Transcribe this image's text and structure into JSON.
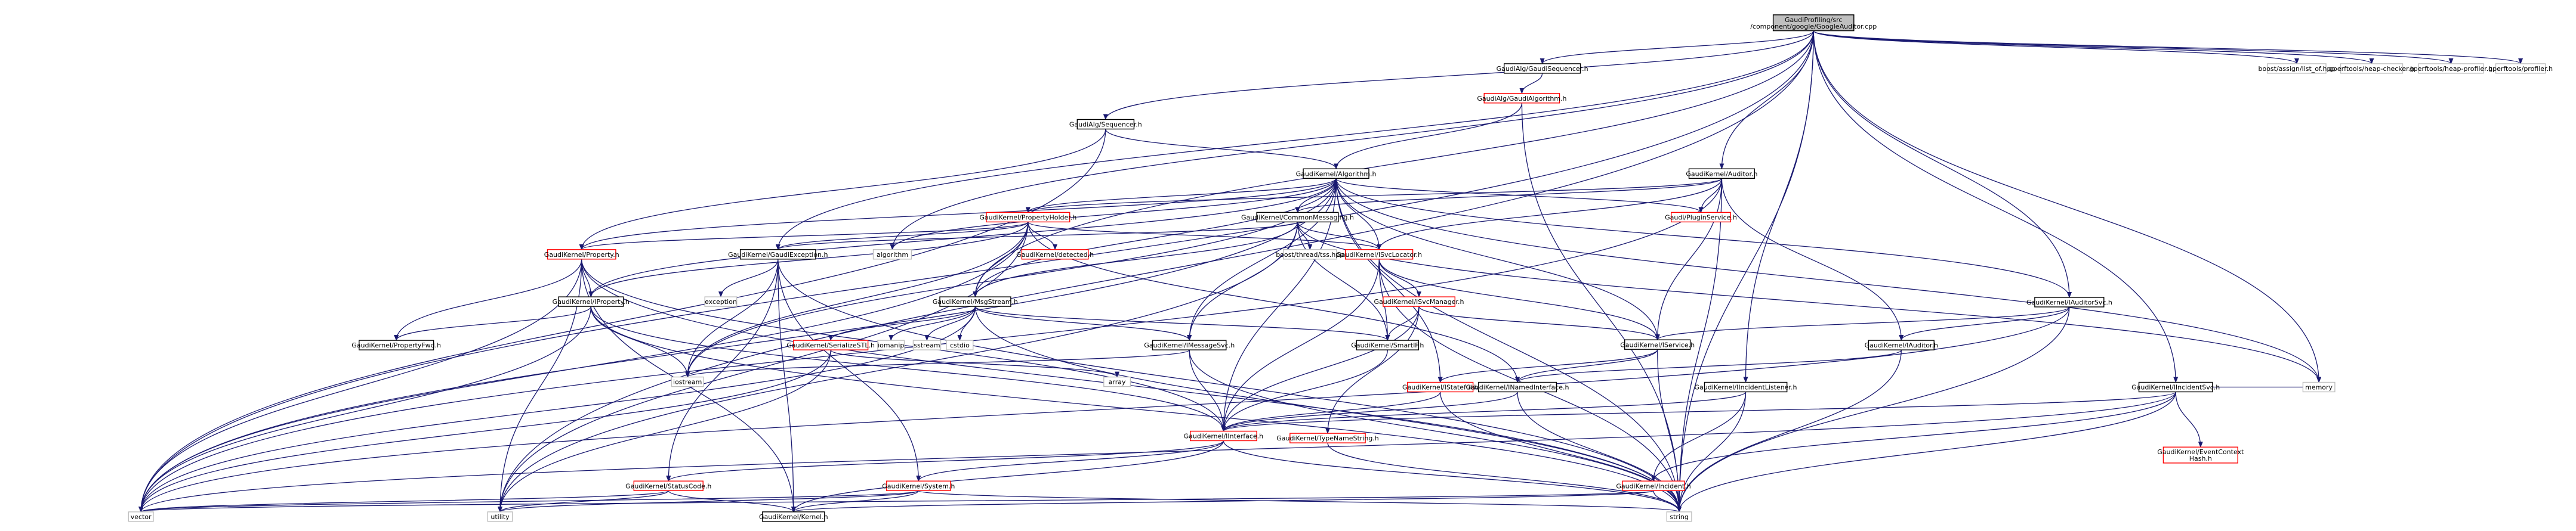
{
  "colors": {
    "edge": "#191970",
    "node_border_default": "#000000",
    "node_border_linked": "#ff0000",
    "node_border_external": "#bfbfbf",
    "root_fill": "#bfbfbf",
    "node_fill": "#ffffff",
    "text": "#000000"
  },
  "nodes": [
    {
      "id": "root",
      "label": "GaudiProfiling/src\n/component/google/GoogleAuditor.cpp",
      "style": "root"
    },
    {
      "id": "seqh",
      "label": "GaudiAlg/GaudiSequencer.h",
      "style": "default"
    },
    {
      "id": "gaalg",
      "label": "GaudiAlg/GaudiAlgorithm.h",
      "style": "linked"
    },
    {
      "id": "seq",
      "label": "GaudiAlg/Sequencer.h",
      "style": "default"
    },
    {
      "id": "boostlist",
      "label": "boost/assign/list_of.hpp",
      "style": "external"
    },
    {
      "id": "heapcheck",
      "label": "gperftools/heap-checker.h",
      "style": "external"
    },
    {
      "id": "heapprof",
      "label": "gperftools/heap-profiler.h",
      "style": "external"
    },
    {
      "id": "prof",
      "label": "gperftools/profiler.h",
      "style": "external"
    },
    {
      "id": "algo",
      "label": "GaudiKernel/Algorithm.h",
      "style": "default"
    },
    {
      "id": "auditor",
      "label": "GaudiKernel/Auditor.h",
      "style": "default"
    },
    {
      "id": "pholder",
      "label": "GaudiKernel/PropertyHolder.h",
      "style": "linked"
    },
    {
      "id": "cmsg",
      "label": "GaudiKernel/CommonMessaging.h",
      "style": "default"
    },
    {
      "id": "plugin",
      "label": "Gaudi/PluginService.h",
      "style": "linked"
    },
    {
      "id": "algorithm",
      "label": "algorithm",
      "style": "external"
    },
    {
      "id": "gprop",
      "label": "GaudiKernel/Property.h",
      "style": "linked"
    },
    {
      "id": "gexc",
      "label": "GaudiKernel/GaudiException.h",
      "style": "default"
    },
    {
      "id": "detached",
      "label": "GaudiKernel/detected.h",
      "style": "linked"
    },
    {
      "id": "boostthr",
      "label": "boost/thread/tss.hpp",
      "style": "external"
    },
    {
      "id": "isvcloc",
      "label": "GaudiKernel/ISvcLocator.h",
      "style": "linked"
    },
    {
      "id": "iauditorsvc",
      "label": "GaudiKernel/IAuditorSvc.h",
      "style": "default"
    },
    {
      "id": "kprop",
      "label": "GaudiKernel/IProperty.h",
      "style": "default"
    },
    {
      "id": "exception",
      "label": "exception",
      "style": "external"
    },
    {
      "id": "msgstream",
      "label": "GaudiKernel/MsgStream.h",
      "style": "default"
    },
    {
      "id": "isvcmgr",
      "label": "GaudiKernel/ISvcManager.h",
      "style": "linked"
    },
    {
      "id": "iservice",
      "label": "GaudiKernel/IService.h",
      "style": "default"
    },
    {
      "id": "pfwd",
      "label": "GaudiKernel/PropertyFwd.h",
      "style": "default"
    },
    {
      "id": "sstl",
      "label": "GaudiKernel/SerializeSTL.h",
      "style": "linked"
    },
    {
      "id": "iomanip",
      "label": "iomanip",
      "style": "external"
    },
    {
      "id": "sstream",
      "label": "sstream",
      "style": "external"
    },
    {
      "id": "cstdio",
      "label": "cstdio",
      "style": "external"
    },
    {
      "id": "imsgsvc",
      "label": "GaudiKernel/IMessageSvc.h",
      "style": "default"
    },
    {
      "id": "smartif",
      "label": "GaudiKernel/SmartIF.h",
      "style": "default"
    },
    {
      "id": "iauditor",
      "label": "GaudiKernel/IAuditor.h",
      "style": "default"
    },
    {
      "id": "iostream",
      "label": "iostream",
      "style": "external"
    },
    {
      "id": "array",
      "label": "array",
      "style": "external"
    },
    {
      "id": "istateful",
      "label": "GaudiKernel/IStateful.h",
      "style": "linked"
    },
    {
      "id": "inamed",
      "label": "GaudiKernel/INamedInterface.h",
      "style": "default"
    },
    {
      "id": "iinclist",
      "label": "GaudiKernel/IIncidentListener.h",
      "style": "default"
    },
    {
      "id": "iincsvc",
      "label": "GaudiKernel/IIncidentSvc.h",
      "style": "default"
    },
    {
      "id": "memory",
      "label": "memory",
      "style": "external"
    },
    {
      "id": "iface",
      "label": "GaudiKernel/IInterface.h",
      "style": "linked"
    },
    {
      "id": "typename",
      "label": "GaudiKernel/TypeNameString.h",
      "style": "linked"
    },
    {
      "id": "evctx",
      "label": "GaudiKernel/EventContext\nHash.h",
      "style": "linked"
    },
    {
      "id": "status",
      "label": "GaudiKernel/StatusCode.h",
      "style": "linked"
    },
    {
      "id": "system",
      "label": "GaudiKernel/System.h",
      "style": "linked"
    },
    {
      "id": "incident",
      "label": "GaudiKernel/Incident.h",
      "style": "linked"
    },
    {
      "id": "vector",
      "label": "vector",
      "style": "external"
    },
    {
      "id": "utility",
      "label": "utility",
      "style": "external"
    },
    {
      "id": "kernel",
      "label": "GaudiKernel/Kernel.h",
      "style": "default"
    },
    {
      "id": "string",
      "label": "string",
      "style": "external"
    }
  ],
  "edges": [
    [
      "root",
      "seqh"
    ],
    [
      "root",
      "seq"
    ],
    [
      "root",
      "auditor"
    ],
    [
      "root",
      "iauditorsvc"
    ],
    [
      "root",
      "iinclist"
    ],
    [
      "root",
      "iincsvc"
    ],
    [
      "root",
      "boostlist"
    ],
    [
      "root",
      "heapcheck"
    ],
    [
      "root",
      "heapprof"
    ],
    [
      "root",
      "prof"
    ],
    [
      "root",
      "memory"
    ],
    [
      "root",
      "string"
    ],
    [
      "root",
      "vector"
    ],
    [
      "root",
      "utility"
    ],
    [
      "root",
      "algorithm"
    ],
    [
      "root",
      "gexc"
    ],
    [
      "root",
      "msgstream"
    ],
    [
      "seqh",
      "gaalg"
    ],
    [
      "gaalg",
      "algo"
    ],
    [
      "gaalg",
      "string"
    ],
    [
      "seq",
      "algo"
    ],
    [
      "seq",
      "gprop"
    ],
    [
      "seq",
      "vector"
    ],
    [
      "algo",
      "pholder"
    ],
    [
      "algo",
      "cmsg"
    ],
    [
      "algo",
      "plugin"
    ],
    [
      "algo",
      "gprop"
    ],
    [
      "algo",
      "kprop"
    ],
    [
      "algo",
      "isvcloc"
    ],
    [
      "algo",
      "iservice"
    ],
    [
      "algo",
      "imsgsvc"
    ],
    [
      "algo",
      "istateful"
    ],
    [
      "algo",
      "iostream"
    ],
    [
      "algo",
      "vector"
    ],
    [
      "algo",
      "string"
    ],
    [
      "algo",
      "algorithm"
    ],
    [
      "algo",
      "iface"
    ],
    [
      "algo",
      "memory"
    ],
    [
      "algo",
      "msgstream"
    ],
    [
      "algo",
      "iauditorsvc"
    ],
    [
      "auditor",
      "plugin"
    ],
    [
      "auditor",
      "cmsg"
    ],
    [
      "auditor",
      "pholder"
    ],
    [
      "auditor",
      "isvcloc"
    ],
    [
      "auditor",
      "iservice"
    ],
    [
      "auditor",
      "iauditor"
    ],
    [
      "auditor",
      "string"
    ],
    [
      "auditor",
      "vector"
    ],
    [
      "pholder",
      "gprop"
    ],
    [
      "pholder",
      "kprop"
    ],
    [
      "pholder",
      "detached"
    ],
    [
      "pholder",
      "gexc"
    ],
    [
      "pholder",
      "msgstream"
    ],
    [
      "pholder",
      "iostream"
    ],
    [
      "pholder",
      "vector"
    ],
    [
      "pholder",
      "isvcloc"
    ],
    [
      "pholder",
      "inamed"
    ],
    [
      "pholder",
      "utility"
    ],
    [
      "cmsg",
      "boostthr"
    ],
    [
      "cmsg",
      "isvcloc"
    ],
    [
      "cmsg",
      "imsgsvc"
    ],
    [
      "cmsg",
      "smartif"
    ],
    [
      "cmsg",
      "msgstream"
    ],
    [
      "cmsg",
      "gexc"
    ],
    [
      "cmsg",
      "utility"
    ],
    [
      "cmsg",
      "memory"
    ],
    [
      "gprop",
      "kprop"
    ],
    [
      "gprop",
      "pfwd"
    ],
    [
      "gprop",
      "string"
    ],
    [
      "gprop",
      "utility"
    ],
    [
      "gprop",
      "kernel"
    ],
    [
      "gprop",
      "iface"
    ],
    [
      "gprop",
      "vector"
    ],
    [
      "gexc",
      "exception"
    ],
    [
      "gexc",
      "iostream"
    ],
    [
      "gexc",
      "status"
    ],
    [
      "gexc",
      "system"
    ],
    [
      "gexc",
      "kernel"
    ],
    [
      "gexc",
      "string"
    ],
    [
      "isvcloc",
      "isvcmgr"
    ],
    [
      "isvcloc",
      "smartif"
    ],
    [
      "isvcloc",
      "iface"
    ],
    [
      "isvcloc",
      "iservice"
    ],
    [
      "isvcloc",
      "string"
    ],
    [
      "iauditorsvc",
      "iauditor"
    ],
    [
      "iauditorsvc",
      "iservice"
    ],
    [
      "iauditorsvc",
      "string"
    ],
    [
      "iauditorsvc",
      "vector"
    ],
    [
      "kprop",
      "pfwd"
    ],
    [
      "kprop",
      "iface"
    ],
    [
      "kprop",
      "iostream"
    ],
    [
      "kprop",
      "vector"
    ],
    [
      "kprop",
      "string"
    ],
    [
      "msgstream",
      "imsgsvc"
    ],
    [
      "msgstream",
      "sstl"
    ],
    [
      "msgstream",
      "iomanip"
    ],
    [
      "msgstream",
      "sstream"
    ],
    [
      "msgstream",
      "cstdio"
    ],
    [
      "msgstream",
      "string"
    ],
    [
      "msgstream",
      "vector"
    ],
    [
      "msgstream",
      "smartif"
    ],
    [
      "isvcmgr",
      "iservice"
    ],
    [
      "isvcmgr",
      "smartif"
    ],
    [
      "isvcmgr",
      "typename"
    ],
    [
      "isvcmgr",
      "iface"
    ],
    [
      "iservice",
      "istateful"
    ],
    [
      "iservice",
      "inamed"
    ],
    [
      "iservice",
      "string"
    ],
    [
      "sstl",
      "array"
    ],
    [
      "sstl",
      "vector"
    ],
    [
      "sstl",
      "utility"
    ],
    [
      "imsgsvc",
      "iface"
    ],
    [
      "imsgsvc",
      "iostream"
    ],
    [
      "imsgsvc",
      "string"
    ],
    [
      "smartif",
      "iface"
    ],
    [
      "iauditor",
      "inamed"
    ],
    [
      "iauditor",
      "string"
    ],
    [
      "istateful",
      "iface"
    ],
    [
      "istateful",
      "string"
    ],
    [
      "inamed",
      "iface"
    ],
    [
      "inamed",
      "string"
    ],
    [
      "iinclist",
      "iface"
    ],
    [
      "iinclist",
      "incident"
    ],
    [
      "iinclist",
      "string"
    ],
    [
      "iincsvc",
      "iface"
    ],
    [
      "iincsvc",
      "evctx"
    ],
    [
      "iincsvc",
      "incident"
    ],
    [
      "iincsvc",
      "memory"
    ],
    [
      "iincsvc",
      "string"
    ],
    [
      "iincsvc",
      "vector"
    ],
    [
      "iface",
      "status"
    ],
    [
      "iface",
      "system"
    ],
    [
      "iface",
      "kernel"
    ],
    [
      "iface",
      "string"
    ],
    [
      "typename",
      "string"
    ],
    [
      "status",
      "vector"
    ],
    [
      "status",
      "utility"
    ],
    [
      "status",
      "kernel"
    ],
    [
      "system",
      "kernel"
    ],
    [
      "system",
      "string"
    ],
    [
      "system",
      "vector"
    ],
    [
      "system",
      "utility"
    ],
    [
      "incident",
      "vector"
    ],
    [
      "incident",
      "string"
    ],
    [
      "incident",
      "kernel"
    ]
  ]
}
